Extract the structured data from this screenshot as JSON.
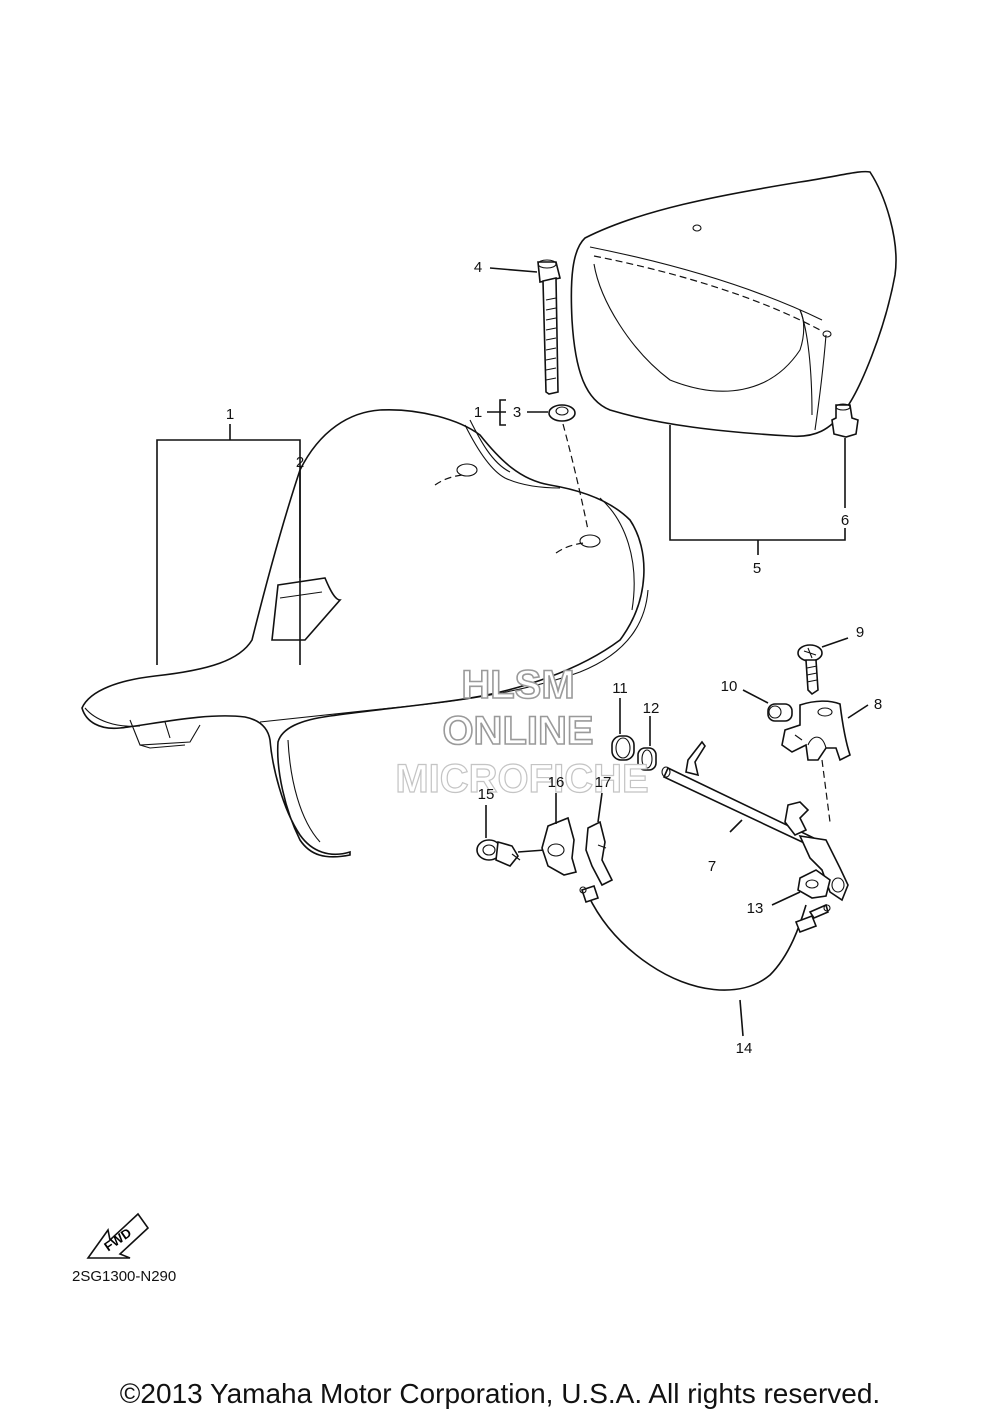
{
  "watermark": {
    "line1": "HLSM",
    "line2": "ONLINE",
    "line3": "MICROFICHE"
  },
  "fwd_label": "FWD",
  "diagram_code": "2SG1300-N290",
  "copyright": "©2013 Yamaha Motor Corporation, U.S.A. All rights reserved.",
  "callouts": {
    "c1": "1",
    "c1b": "1",
    "c2": "2",
    "c3": "3",
    "c4": "4",
    "c5": "5",
    "c6": "6",
    "c7": "7",
    "c8": "8",
    "c9": "9",
    "c10": "10",
    "c11": "11",
    "c12": "12",
    "c13": "13",
    "c14": "14",
    "c15": "15",
    "c16": "16",
    "c17": "17"
  }
}
